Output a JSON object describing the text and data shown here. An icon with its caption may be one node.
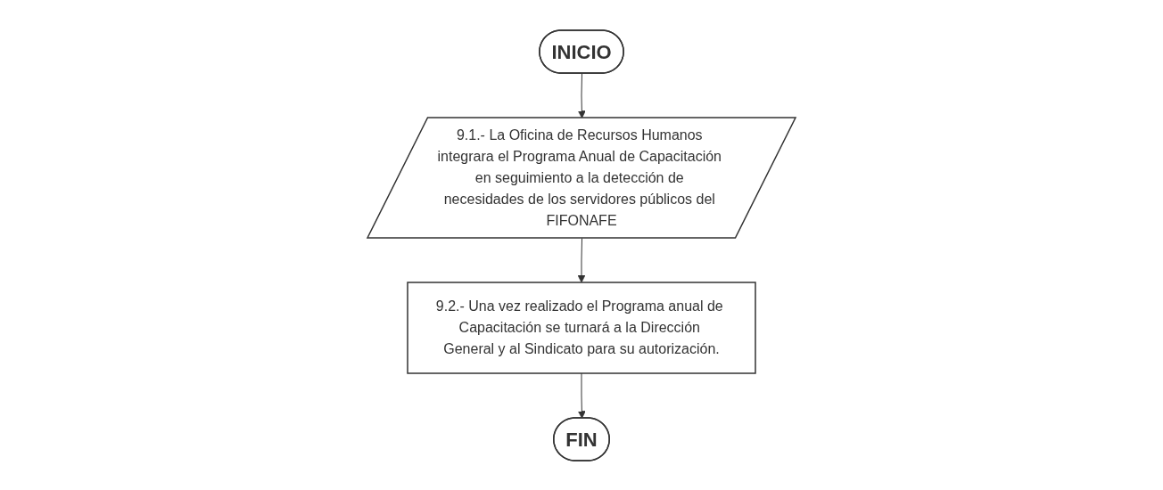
{
  "diagram": {
    "nodes": [
      {
        "text": [
          "INICIO"
        ]
      },
      {
        "text": [
          "9.1.- La Oficina de Recursos Humanos integrara el Programa Anual de Capacitación en seguimiento a la detección de necesidades de los servidores públicos del FIFONAFE"
        ]
      },
      {
        "text": [
          "9.2.- Una vez realizado el Programa anual de Capacitación se turnará a la Dirección General y al Sindicato para su autorización."
        ]
      },
      {
        "text": [
          "FIN"
        ]
      }
    ],
    "edges": [
      {
        "from": 0,
        "to": 1,
        "arrow": "to"
      },
      {
        "from": 1,
        "to": 2,
        "arrow": "to"
      },
      {
        "from": 2,
        "to": 3,
        "arrow": "to"
      }
    ]
  }
}
